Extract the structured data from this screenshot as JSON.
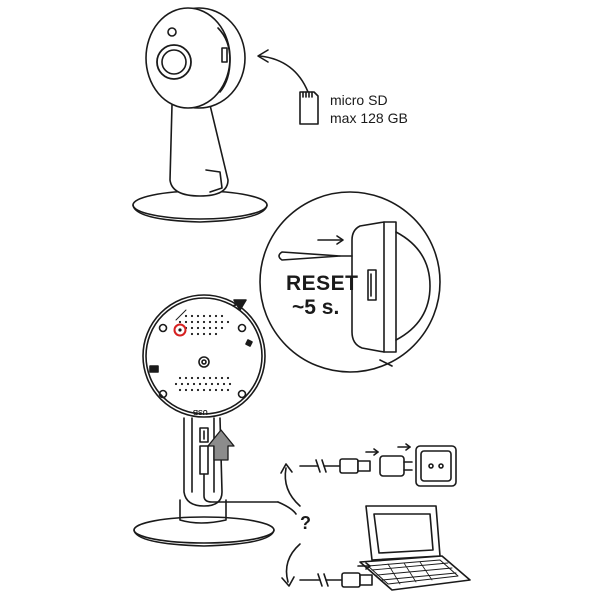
{
  "sd_card": {
    "line1": "micro SD",
    "line2": "max 128 GB"
  },
  "reset": {
    "label": "RESET",
    "duration": "~5 s."
  },
  "power": {
    "question_mark": "?",
    "port_label": "USB"
  },
  "colors": {
    "line": "#1a1a1a",
    "reset_highlight": "#d62020",
    "usb_arrow_fill": "#8c8c8c"
  }
}
